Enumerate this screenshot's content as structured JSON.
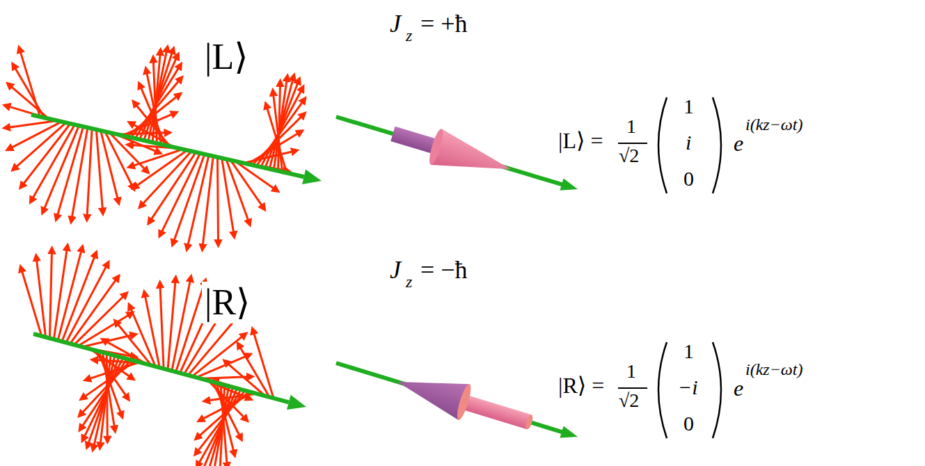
{
  "diagram": {
    "labels": [
      "|L⟩",
      "J",
      "z",
      "= +ħ",
      "|L⟩ =",
      "1",
      "√2",
      "1",
      "i",
      "0",
      "e",
      "i(kz−ωt)",
      "|R⟩",
      "J",
      "z",
      "= −ħ",
      "|R⟩ =",
      "1",
      "√2",
      "1",
      "−i",
      "0",
      "e",
      "i(kz−ωt)"
    ]
  }
}
